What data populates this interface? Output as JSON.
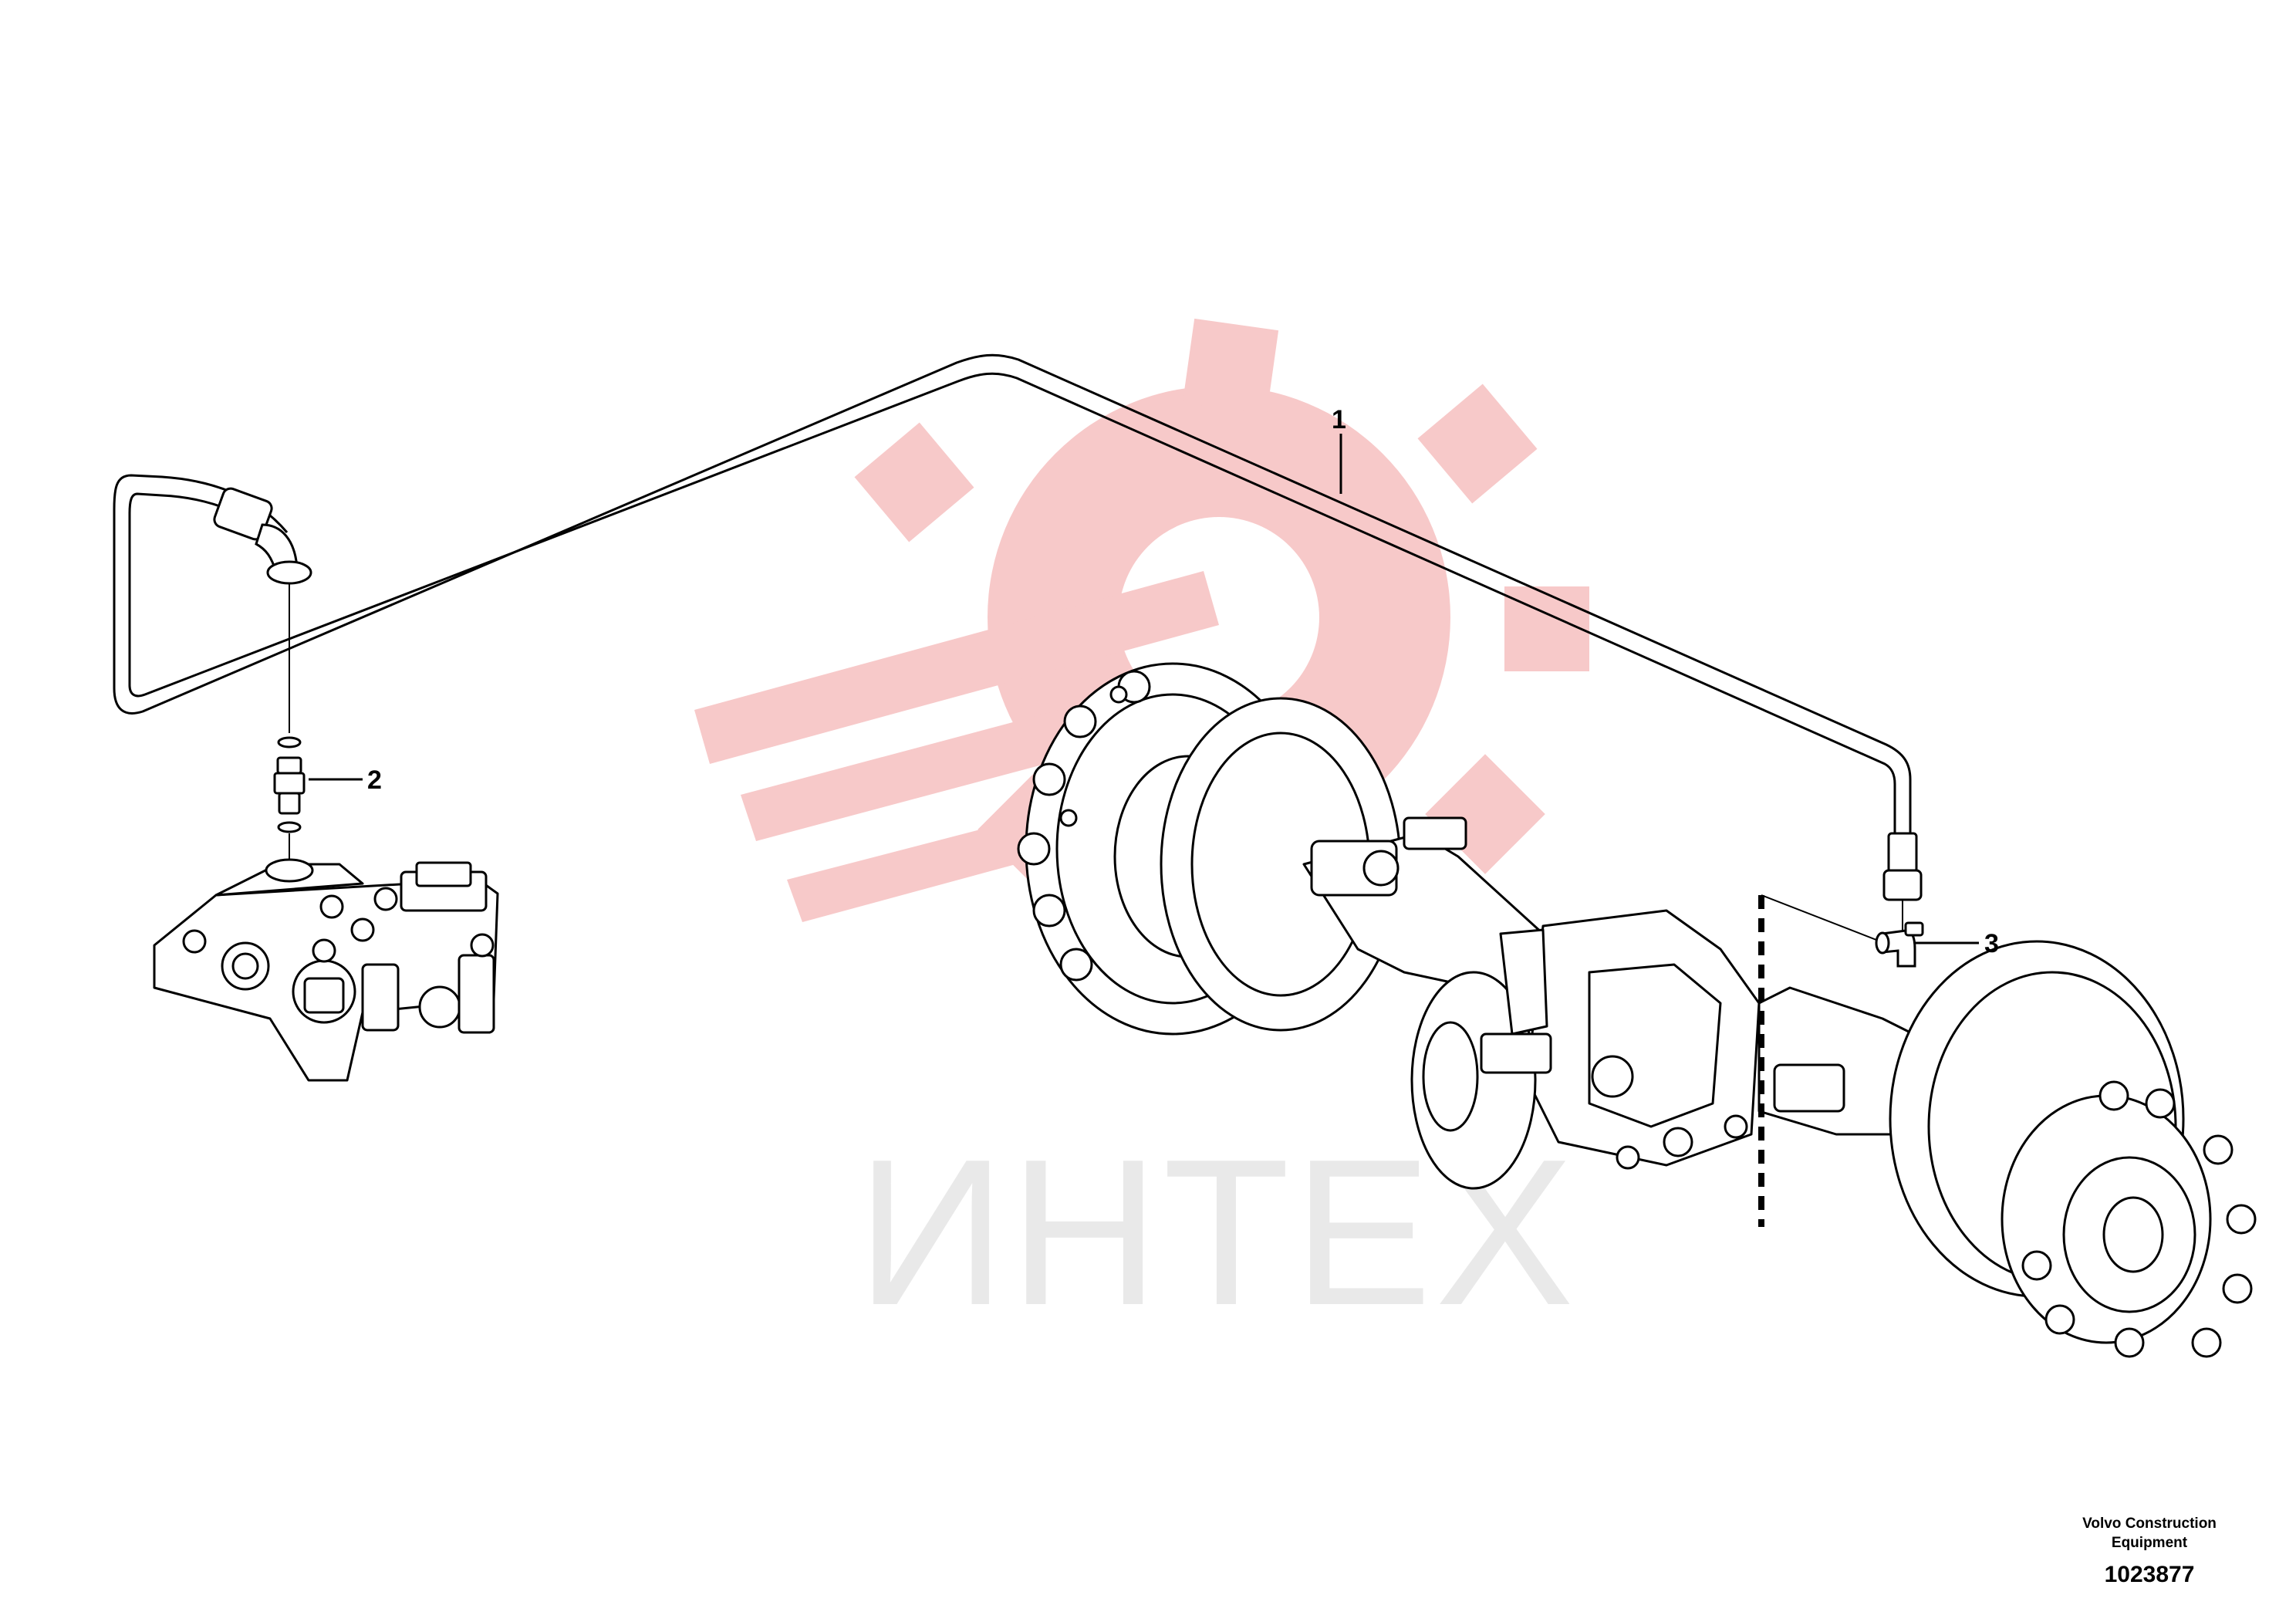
{
  "diagram": {
    "callouts": [
      "1",
      "2",
      "3"
    ],
    "watermark_text": "ИНТЕХ",
    "colors": {
      "line": "#000000",
      "watermark_gear": "#f7c9c9",
      "watermark_text": "#e9e9e9",
      "background": "#ffffff"
    }
  },
  "footer": {
    "maker_line1": "Volvo Construction",
    "maker_line2": "Equipment",
    "figure_number": "1023877"
  }
}
